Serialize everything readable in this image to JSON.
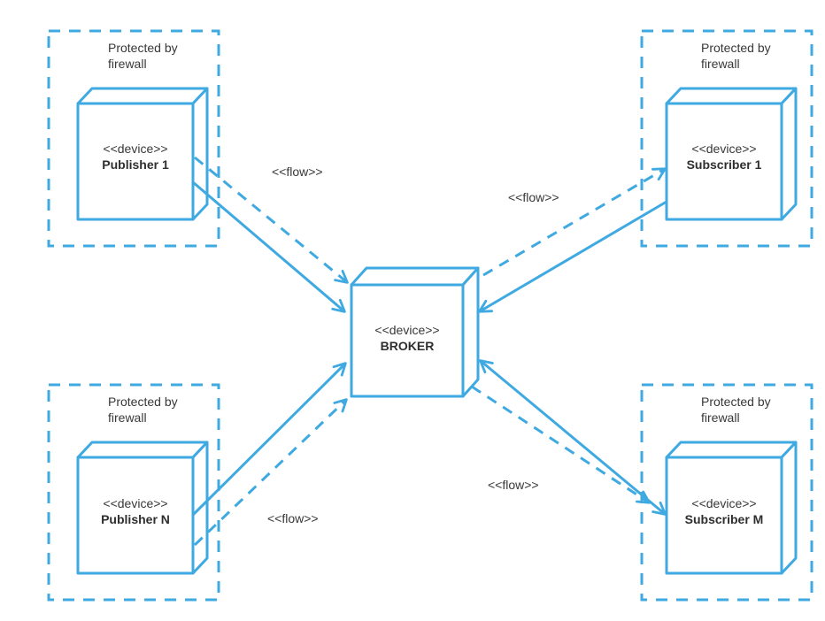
{
  "palette": {
    "accent": "#3FA9E1",
    "text": "#383838",
    "background": "#FFFFFF"
  },
  "nodes": {
    "publisher1": {
      "stereotype": "<<device>>",
      "name": "Publisher 1"
    },
    "subscriber1": {
      "stereotype": "<<device>>",
      "name": "Subscriber 1"
    },
    "publisherN": {
      "stereotype": "<<device>>",
      "name": "Publisher N"
    },
    "subscriberM": {
      "stereotype": "<<device>>",
      "name": "Subscriber M"
    },
    "broker": {
      "stereotype": "<<device>>",
      "name": "BROKER"
    }
  },
  "firewall": {
    "label_line1": "Protected by",
    "label_line2": "firewall"
  },
  "flow": {
    "label": "<<flow>>"
  }
}
